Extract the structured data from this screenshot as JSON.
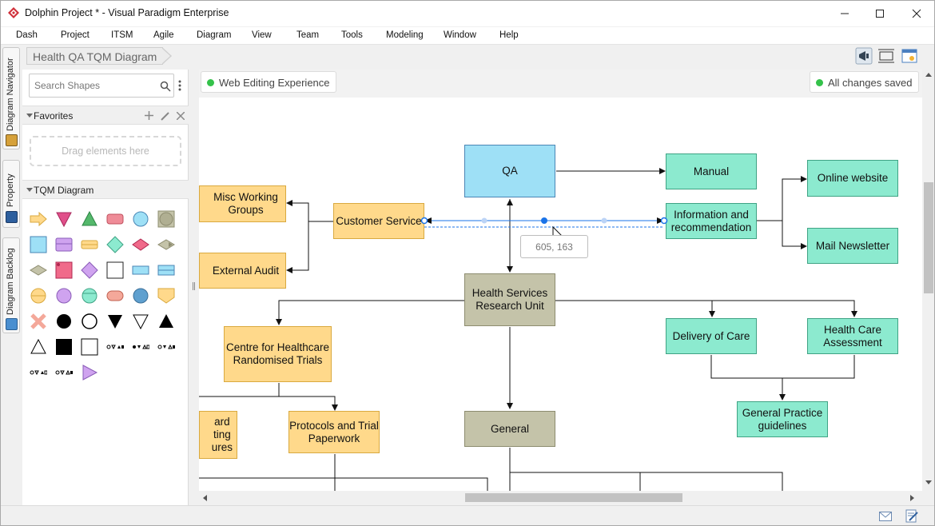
{
  "window": {
    "title": "Dolphin Project * - Visual Paradigm Enterprise",
    "controls": [
      "minimize",
      "maximize",
      "close"
    ]
  },
  "menu": [
    "Dash",
    "Project",
    "ITSM",
    "Agile",
    "Diagram",
    "View",
    "Team",
    "Tools",
    "Modeling",
    "Window",
    "Help"
  ],
  "side_tabs": [
    "Diagram Navigator",
    "Property",
    "Diagram Backlog"
  ],
  "breadcrumb": "Health QA TQM Diagram",
  "panel": {
    "search_placeholder": "Search Shapes",
    "favorites": {
      "title": "Favorites",
      "drop_hint": "Drag elements here"
    },
    "tqm_section": {
      "title": "TQM Diagram"
    }
  },
  "canvas": {
    "left_badge": "Web Editing Experience",
    "right_badge": "All changes saved",
    "tooltip": "605, 163",
    "nodes": {
      "qa": "QA",
      "manual": "Manual",
      "online_website": "Online website",
      "information": "Information and recommendation",
      "mail_newsletter": "Mail Newsletter",
      "misc": "Misc Working Groups",
      "customer_service": "Customer Service",
      "external_audit": "External Audit",
      "health_services": "Health Services Research Unit",
      "centre": "Centre for Healthcare Randomised Trials",
      "delivery": "Delivery of Care",
      "assessment": "Health Care Assessment",
      "guidelines": "General Practice guidelines",
      "partial": "ard\nting\nures",
      "protocols": "Protocols and Trial Paperwork",
      "general": "General"
    }
  },
  "colors": {
    "yellow_node": "#ffd98b",
    "blue_node": "#9ee0f6",
    "green_node": "#8ceacf",
    "gray_node": "#c4c3a9",
    "selection": "#1a73e8",
    "saved_dot": "#34c24a"
  }
}
